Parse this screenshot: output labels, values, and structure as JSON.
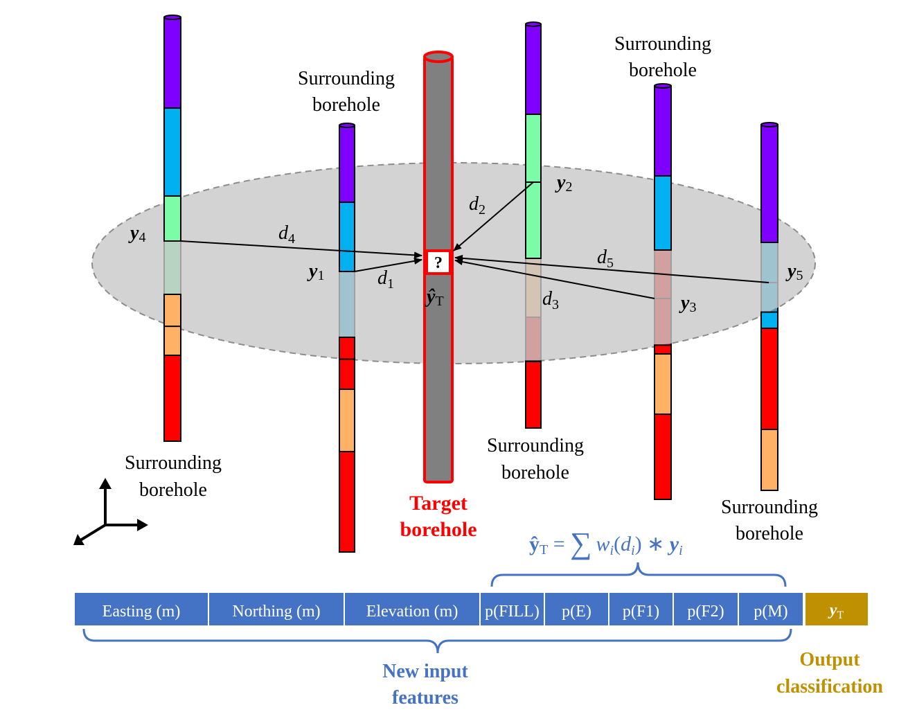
{
  "colors": {
    "purple": "#7f00ff",
    "cyan": "#00b0f0",
    "mint": "#7dfca8",
    "red": "#ff0000",
    "orange": "#ffb266",
    "gray": "#808080",
    "target_red": "#ff0000",
    "feature_blue": "#4472c4",
    "output_gold": "#bf9000",
    "formula_blue": "#4472c4"
  },
  "labels": {
    "surrounding_line1": "Surrounding",
    "surrounding_line2": "borehole",
    "target_line1": "Target",
    "target_line2": "borehole",
    "question_mark": "?",
    "y_symbol": "y",
    "y_hat_symbol": "ŷ",
    "target_sub": "T",
    "d_symbol": "d",
    "sub_1": "1",
    "sub_2": "2",
    "sub_3": "3",
    "sub_4": "4",
    "sub_5": "5"
  },
  "formula": {
    "lhs": "ŷ",
    "lhs_sub": "T",
    "equals": " = ",
    "sum": "∑",
    "w": "w",
    "i": "i",
    "open": "(",
    "d": "d",
    "close": ")",
    "star": " ∗ ",
    "y": "y"
  },
  "features": {
    "cells": [
      "Easting (m)",
      "Northing (m)",
      "Elevation (m)",
      "p(FILL)",
      "p(E)",
      "p(F1)",
      "p(F2)",
      "p(M)"
    ],
    "output_symbol": "y",
    "output_sub": "T",
    "new_input_line1": "New input",
    "new_input_line2": "features",
    "output_line1": "Output",
    "output_line2": "classification"
  }
}
